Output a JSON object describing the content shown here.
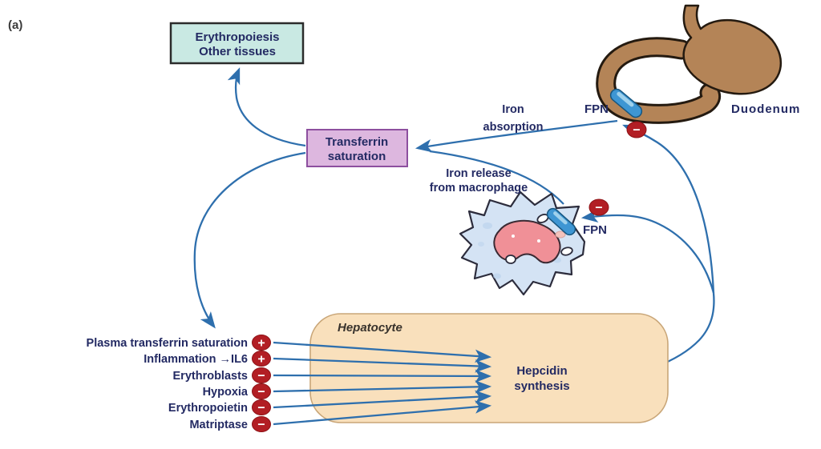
{
  "figure_label": "(a)",
  "boxes": {
    "erythropoiesis": {
      "line1": "Erythropoiesis",
      "line2": "Other tissues"
    },
    "transferrin_saturation": {
      "line1": "Transferrin",
      "line2": "saturation"
    },
    "hepatocyte": {
      "title": "Hepatocyte",
      "hepcidin_line1": "Hepcidin",
      "hepcidin_line2": "synthesis"
    }
  },
  "labels": {
    "duodenum": "Duodenum",
    "fpn_duodenum": "FPN",
    "fpn_macrophage": "FPN",
    "iron_absorption_line1": "Iron",
    "iron_absorption_line2": "absorption",
    "iron_release_line1": "Iron release",
    "iron_release_line2": "from macrophage",
    "inhibition_sign": "−"
  },
  "regulators": [
    {
      "label": "Plasma transferrin saturation",
      "sign": "+"
    },
    {
      "label": "Inflammation →IL6",
      "sign": "+"
    },
    {
      "label": "Erythroblasts",
      "sign": "−"
    },
    {
      "label": "Hypoxia",
      "sign": "−"
    },
    {
      "label": "Erythropoietin",
      "sign": "−"
    },
    {
      "label": "Matriptase",
      "sign": "−"
    }
  ],
  "colors": {
    "arrow_blue": "#2e6fad",
    "badge_red": "#b21e24",
    "erythropoiesis_box_fill": "#c9e9e3",
    "transferrin_box_fill": "#ddb7df",
    "transferrin_box_border": "#8d4f9f",
    "hepatocyte_fill": "#f9e0bc",
    "hepatocyte_border": "#c9a678",
    "stomach_brown": "#b48457",
    "macrophage_fill": "#d4e3f4",
    "nucleus_pink": "#f09097",
    "fpn_capsule_blue": "#3e96d3",
    "text_navy": "#232a63"
  }
}
